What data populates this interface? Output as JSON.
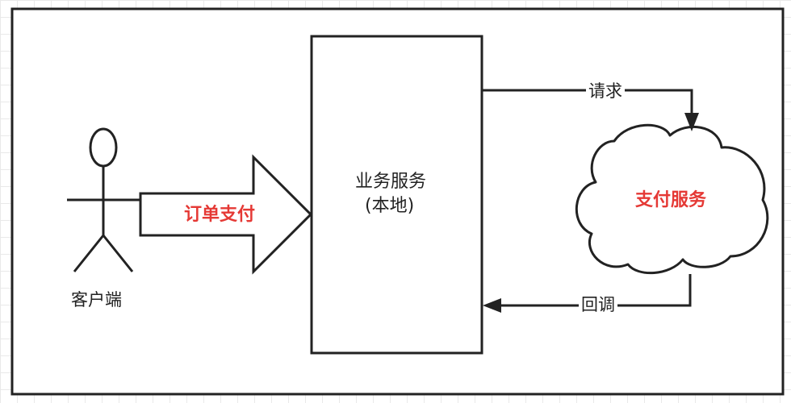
{
  "diagram": {
    "actor": {
      "label": "客户端"
    },
    "main_arrow": {
      "label": "订单支付"
    },
    "service_box": {
      "title": "业务服务",
      "subtitle": "(本地)"
    },
    "cloud": {
      "label": "支付服务"
    },
    "request_arrow": {
      "label": "请求"
    },
    "callback_arrow": {
      "label": "回调"
    },
    "colors": {
      "stroke": "#222222",
      "highlight_text": "#e53935",
      "normal_text": "#222222",
      "background": "#ffffff",
      "grid": "#e9e9e9"
    }
  }
}
